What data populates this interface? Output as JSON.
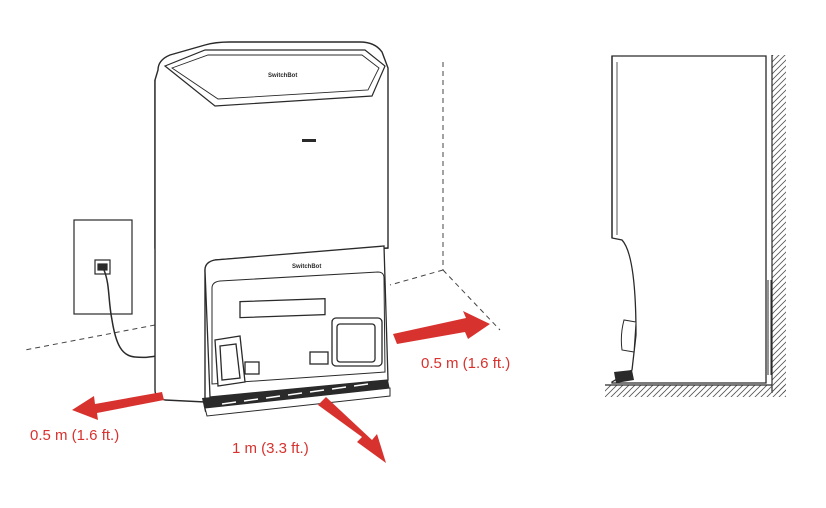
{
  "brand": {
    "logo_top": "SwitchBot",
    "logo_front": "SwitchBot"
  },
  "clearances": {
    "right": "0.5 m (1.6 ft.)",
    "left": "0.5 m (1.6 ft.)",
    "front": "1 m (3.3 ft.)"
  },
  "colors": {
    "arrow": "#d8322e",
    "line": "#2a2a2a"
  }
}
